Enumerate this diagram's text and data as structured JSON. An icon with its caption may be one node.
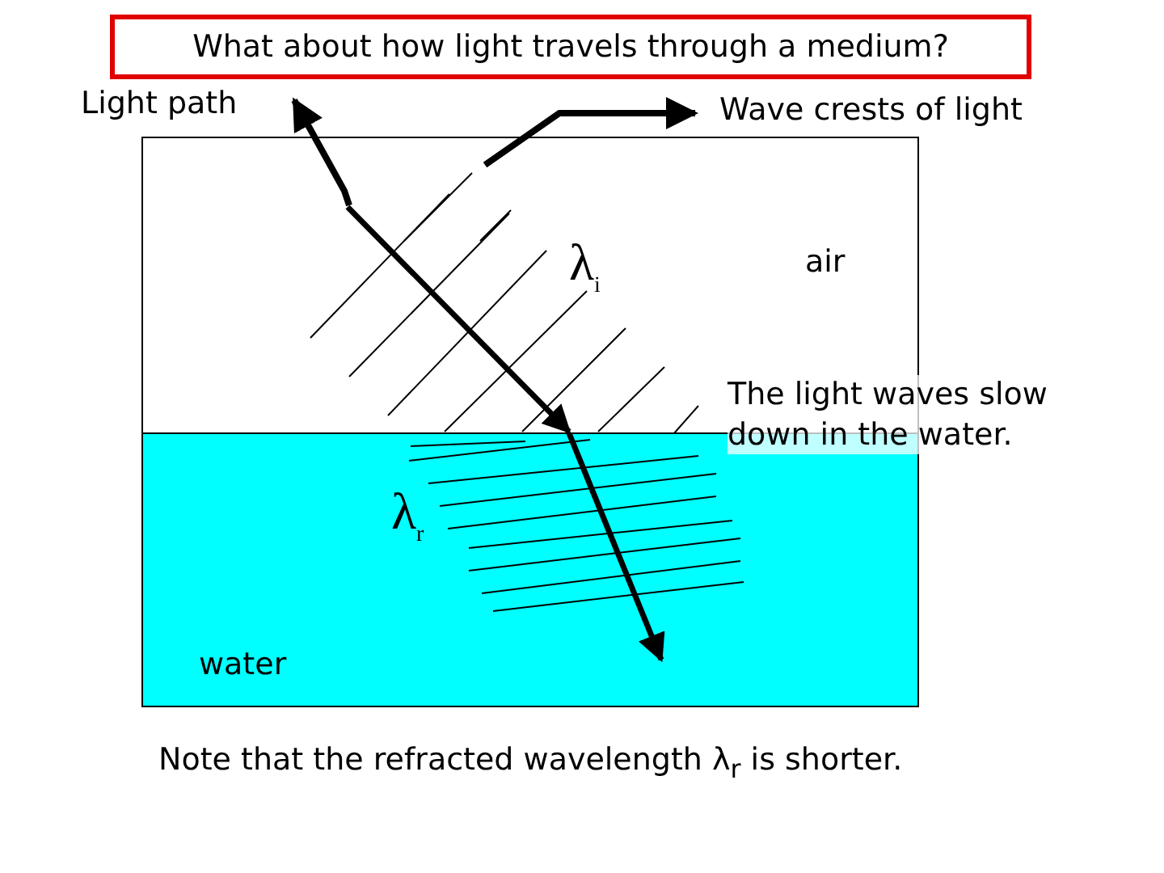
{
  "diagram": {
    "title": "What about how light travels through a medium?",
    "nodes": [
      {
        "text": [
          "Light path"
        ]
      },
      {
        "text": [
          "Wave crests of light"
        ]
      },
      {
        "text": [],
        "shape": "picture"
      },
      {
        "text": [],
        "shape": "picture"
      }
    ],
    "edges": [
      {
        "from": 2,
        "to": 0,
        "arrow": "to"
      },
      {
        "from": 3,
        "to": 1,
        "arrow": "to"
      }
    ],
    "labels": [
      "λ$_{i}$",
      "air",
      "The light waves slow down in the water.",
      "λ$_{r}$",
      "water",
      "Note that the refracted wavelength λ$_{r}$ is shorter."
    ]
  }
}
